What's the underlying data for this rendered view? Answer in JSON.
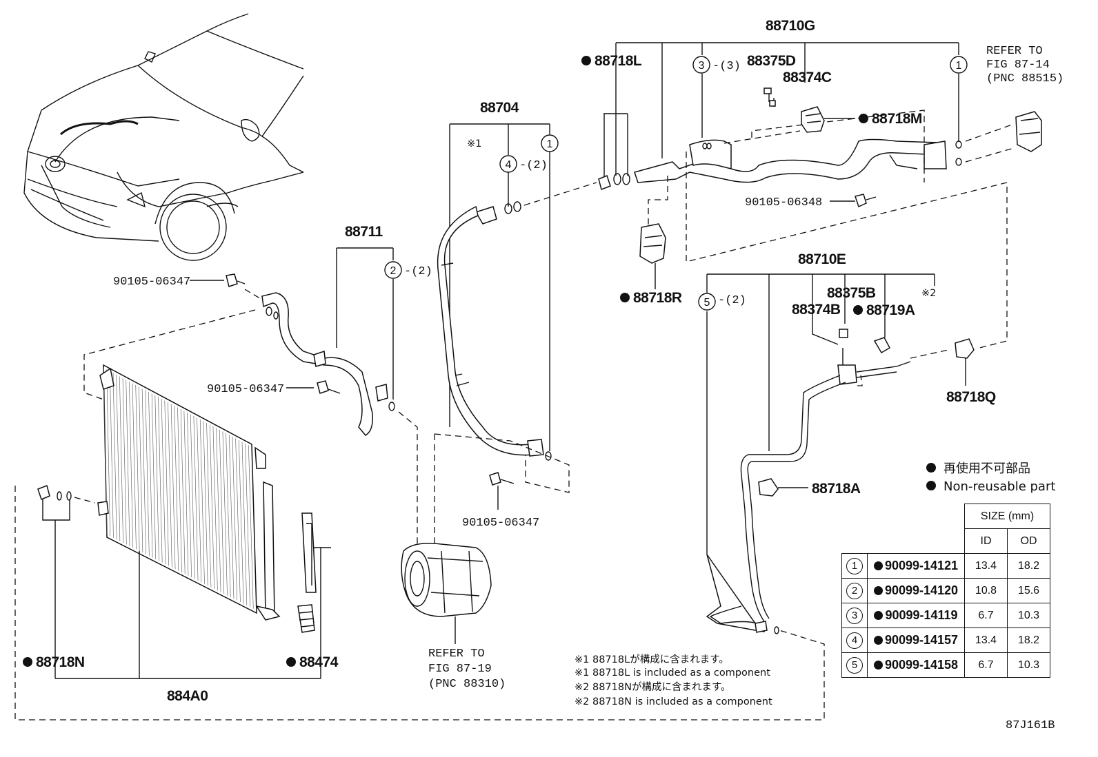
{
  "labels": {
    "p88710G": "88710G",
    "p88718L": "88718L",
    "p88375D": "88375D",
    "p88374C": "88374C",
    "p88718M": "88718M",
    "p88704": "88704",
    "p88711": "88711",
    "p90105_06347_a": "90105-06347",
    "p90105_06347_b": "90105-06347",
    "p90105_06347_c": "90105-06347",
    "p90105_06348": "90105-06348",
    "p88718R": "88718R",
    "p88710E": "88710E",
    "p88375B": "88375B",
    "p88374B": "88374B",
    "p88719A": "88719A",
    "p88718Q": "88718Q",
    "p88718A": "88718A",
    "p88718N": "88718N",
    "p88474": "88474",
    "p884A0": "884A0",
    "ref1": [
      "REFER TO",
      "FIG 87-14",
      "(PNC 88515)"
    ],
    "ref2": [
      "REFER TO",
      "FIG 87-19",
      "(PNC 88310)"
    ],
    "mark1": "※1",
    "mark2": "※2",
    "q_4": "-(2)",
    "q_2": "-(2)",
    "q_3": "-(3)",
    "q_5": "-(2)",
    "diagram_code": "87J161B"
  },
  "notes": [
    "※1 88718Lが構成に含まれます。",
    "※1 88718L is included as a component",
    "※2 88718Nが構成に含まれます。",
    "※2 88718N is included as a component"
  ],
  "legend": {
    "jp": "再使用不可部品",
    "en": "Non-reusable part"
  },
  "size_table": {
    "header": "SIZE (mm)",
    "col_id": "ID",
    "col_od": "OD",
    "rows": [
      {
        "no": "1",
        "part": "90099-14121",
        "id": "13.4",
        "od": "18.2"
      },
      {
        "no": "2",
        "part": "90099-14120",
        "id": "10.8",
        "od": "15.6"
      },
      {
        "no": "3",
        "part": "90099-14119",
        "id": "6.7",
        "od": "10.3"
      },
      {
        "no": "4",
        "part": "90099-14157",
        "id": "13.4",
        "od": "18.2"
      },
      {
        "no": "5",
        "part": "90099-14158",
        "id": "6.7",
        "od": "10.3"
      }
    ]
  }
}
